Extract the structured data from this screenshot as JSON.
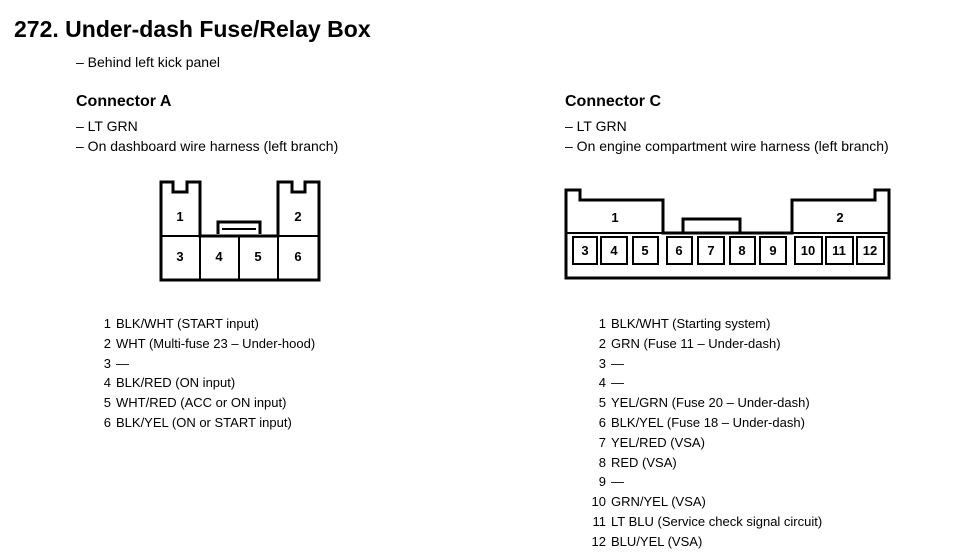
{
  "page": {
    "title": "272. Under-dash Fuse/Relay Box",
    "location": "– Behind left kick panel"
  },
  "connector_a": {
    "heading": "Connector A",
    "color_note": "– LT GRN",
    "harness_note": "– On dashboard wire harness (left branch)",
    "cavity_labels": [
      "1",
      "2",
      "3",
      "4",
      "5",
      "6"
    ],
    "pins": [
      {
        "num": "1",
        "desc": "BLK/WHT (START input)"
      },
      {
        "num": "2",
        "desc": "WHT (Multi-fuse 23 – Under-hood)"
      },
      {
        "num": "3",
        "desc": "—"
      },
      {
        "num": "4",
        "desc": "BLK/RED (ON input)"
      },
      {
        "num": "5",
        "desc": "WHT/RED (ACC or ON input)"
      },
      {
        "num": "6",
        "desc": "BLK/YEL (ON or START input)"
      }
    ]
  },
  "connector_c": {
    "heading": "Connector C",
    "color_note": "– LT GRN",
    "harness_note": "– On engine compartment wire harness (left branch)",
    "cavity_labels": [
      "1",
      "2",
      "3",
      "4",
      "5",
      "6",
      "7",
      "8",
      "9",
      "10",
      "11",
      "12"
    ],
    "pins": [
      {
        "num": "1",
        "desc": "BLK/WHT (Starting system)"
      },
      {
        "num": "2",
        "desc": "GRN (Fuse 11 – Under-dash)"
      },
      {
        "num": "3",
        "desc": "—"
      },
      {
        "num": "4",
        "desc": "—"
      },
      {
        "num": "5",
        "desc": "YEL/GRN (Fuse 20 – Under-dash)"
      },
      {
        "num": "6",
        "desc": "BLK/YEL (Fuse 18 – Under-dash)"
      },
      {
        "num": "7",
        "desc": "YEL/RED (VSA)"
      },
      {
        "num": "8",
        "desc": "RED (VSA)"
      },
      {
        "num": "9",
        "desc": "—"
      },
      {
        "num": "10",
        "desc": "GRN/YEL (VSA)"
      },
      {
        "num": "11",
        "desc": "LT BLU (Service check signal circuit)"
      },
      {
        "num": "12",
        "desc": "BLU/YEL (VSA)"
      }
    ]
  }
}
